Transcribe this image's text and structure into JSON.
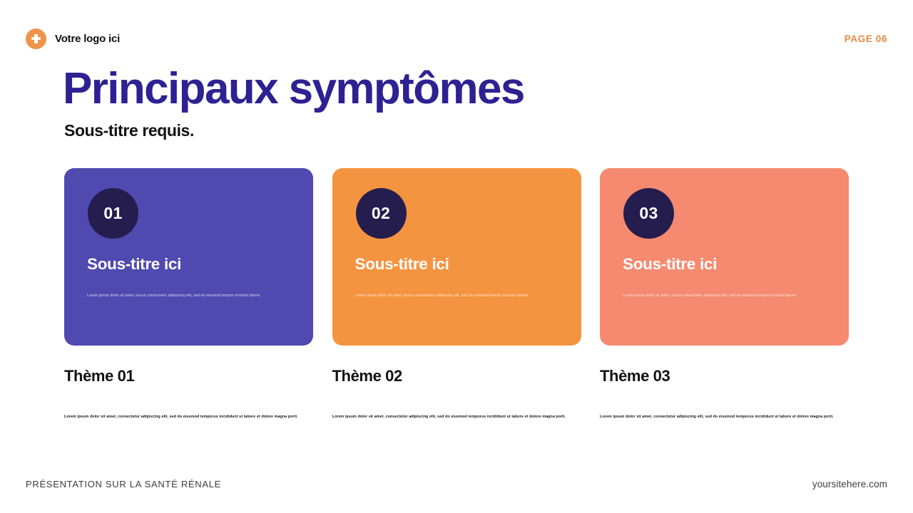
{
  "header": {
    "logo_icon": "medical-cross-circle-icon",
    "brand_name": "Votre logo ici",
    "page_label": "PAGE 06",
    "page_label_color": "#E8883F"
  },
  "title": "Principaux symptômes",
  "title_color": "#2E2192",
  "subtitle": "Sous-titre requis.",
  "cards": [
    {
      "number": "01",
      "heading": "Sous-titre ici",
      "text": "Lorem ipsum dolor sit amet, nucus consectetur adipiscing elit, sed do eiusmod tempor incidunt labore.",
      "bg_color": "#4F49B0",
      "badge_color": "#241D4E"
    },
    {
      "number": "02",
      "heading": "Sous-titre ici",
      "text": "Lorem ipsum dolor sit amet, nucus consectetur adipiscing elit, sed do eiusmod tempor incidunt labore.",
      "bg_color": "#F59440",
      "badge_color": "#241D4E"
    },
    {
      "number": "03",
      "heading": "Sous-titre ici",
      "text": "Lorem ipsum dolor sit amet, nucus consectetur adipiscing elit, sed do eiusmod tempor incidunt labore.",
      "bg_color": "#F58A70",
      "badge_color": "#241D4E"
    }
  ],
  "themes": [
    {
      "title": "Thème 01",
      "description": "Lorem ipsum dolor sit amet, consectetur adipiscing elit, sed do eiusmod temporus incididunt ut labore et dolore magna porti."
    },
    {
      "title": "Thème 02",
      "description": "Lorem ipsum dolor sit amet, consectetur adipiscing elit, sed do eiusmod temporus incididunt ut labore et dolore magna porti."
    },
    {
      "title": "Thème 03",
      "description": "Lorem ipsum dolor sit amet, consectetur adipiscing elit, sed do eiusmod temporus incididunt ut labore et dolore magna porti."
    }
  ],
  "footer": {
    "left": "PRÉSENTATION SUR LA SANTÉ RÉNALE",
    "right": "yoursitehere.com"
  }
}
